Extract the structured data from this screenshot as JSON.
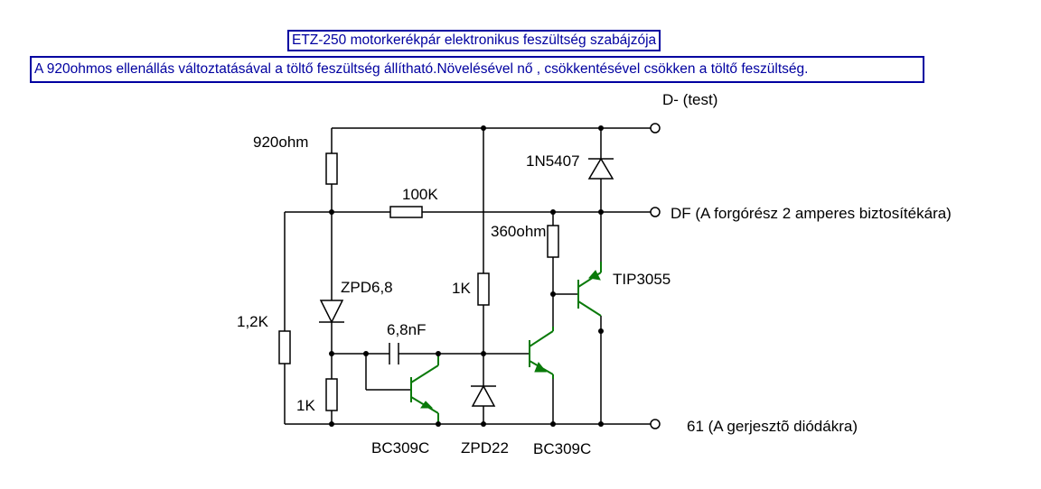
{
  "title": "ETZ-250 motorkerékpár elektronikus feszültség szabájzója",
  "note": "A 920ohmos ellenállás változtatásával a töltő feszültség állítható.Növelésével nő , csökkentésével csökken a töltő feszültség.",
  "terminals": {
    "d_minus": "D- (test)",
    "df": "DF (A forgórész 2 amperes biztosítékára)",
    "t61": "61 (A gerjesztõ diódákra)"
  },
  "components": {
    "r920": "920ohm",
    "r100k": "100K",
    "r360": "360ohm",
    "r1k_mid": "1K",
    "r1k_low": "1K",
    "r12k": "1,2K",
    "zpd68": "ZPD6,8",
    "zpd22": "ZPD22",
    "c68n": "6,8nF",
    "d1n5407": "1N5407",
    "tip3055": "TIP3055",
    "bc309c_a": "BC309C",
    "bc309c_b": "BC309C"
  },
  "colors": {
    "text_blue": "#0000a0",
    "transistor_green": "#0a7a0a",
    "wire": "#000000"
  }
}
